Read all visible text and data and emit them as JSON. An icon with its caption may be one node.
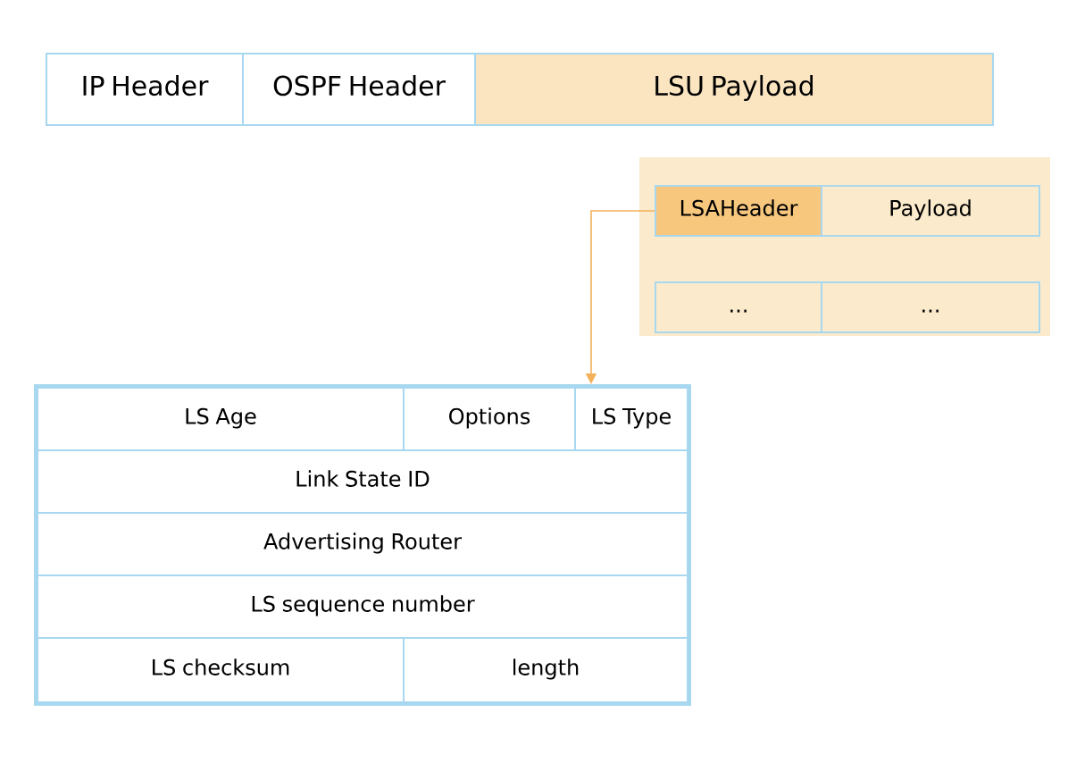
{
  "diagram": {
    "nodes": [
      {
        "text": [
          "IP Header"
        ]
      },
      {
        "text": [
          "OSPF Header"
        ]
      },
      {
        "text": [
          "LSU Payload"
        ]
      },
      {
        "text": [],
        "shape": "box"
      },
      {
        "text": [
          "LSAHeader"
        ],
        "in": 3
      },
      {
        "text": [
          "Payload"
        ],
        "in": 3
      },
      {
        "text": [
          "..."
        ],
        "in": 3
      },
      {
        "text": [
          "..."
        ],
        "in": 3
      },
      {
        "text": [],
        "shape": "box"
      },
      {
        "text": [
          "LS Age"
        ],
        "in": 8
      },
      {
        "text": [
          "Options"
        ],
        "in": 8
      },
      {
        "text": [
          "LS Type"
        ],
        "in": 8
      },
      {
        "text": [
          "Link State ID"
        ],
        "in": 8
      },
      {
        "text": [
          "Advertising Router"
        ],
        "in": 8
      },
      {
        "text": [
          "LS sequence number"
        ],
        "in": 8
      },
      {
        "text": [
          "LS checksum"
        ],
        "in": 8
      },
      {
        "text": [
          "length"
        ],
        "in": 8
      }
    ],
    "edges": [
      {
        "from": 4,
        "to": 8,
        "arrow": "to",
        "color": "#f2b15a"
      }
    ]
  }
}
